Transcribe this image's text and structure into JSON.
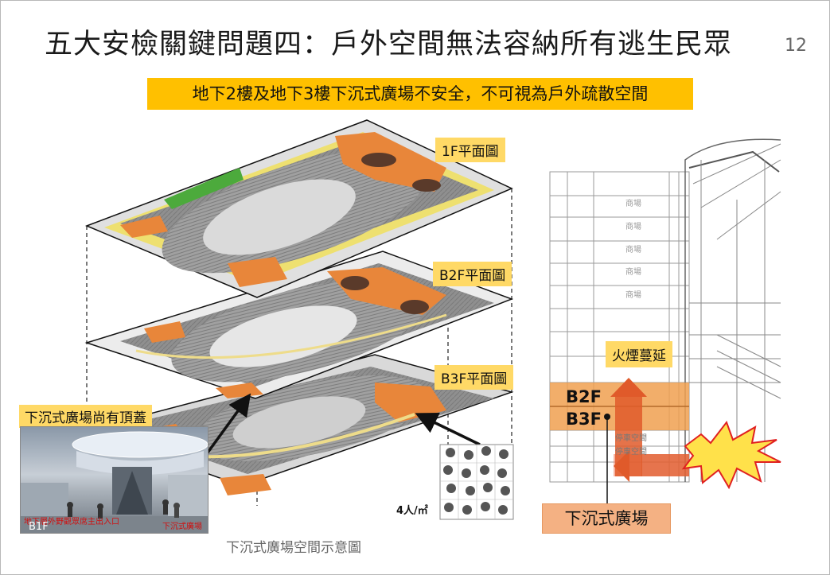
{
  "slide": {
    "title": "五大安檢關鍵問題四：戶外空間無法容納所有逃生民眾",
    "page_number": "12",
    "subtitle": "地下2樓及地下3樓下沉式廣場不安全，不可視為戶外疏散空間",
    "caption": "下沉式廣場空間示意圖"
  },
  "floors": {
    "f1_label": "1F平面圖",
    "b2_label": "B2F平面圖",
    "b3_label": "B3F平面圖"
  },
  "photo": {
    "tag": "下沉式廣場尚有頂蓋",
    "entrance_text": "地下層外野觀眾席主出入口",
    "plaza_text": "下沉式廣場",
    "level_text": "B1F"
  },
  "density": {
    "label": "4人/㎡"
  },
  "section": {
    "fire_label": "火煙蔓延",
    "b2_tag": "B2F",
    "b3_tag": "B3F",
    "plaza_label": "下沉式廣場",
    "shop_label": "商場",
    "parking_label": "停車空間"
  },
  "colors": {
    "accent": "#ffc000",
    "tag": "#ffd966",
    "plan_orange": "#e8863a",
    "plan_grey": "#9a9a9a",
    "arrow_red": "#e05a2a",
    "fire_yellow": "#ffe14a"
  }
}
